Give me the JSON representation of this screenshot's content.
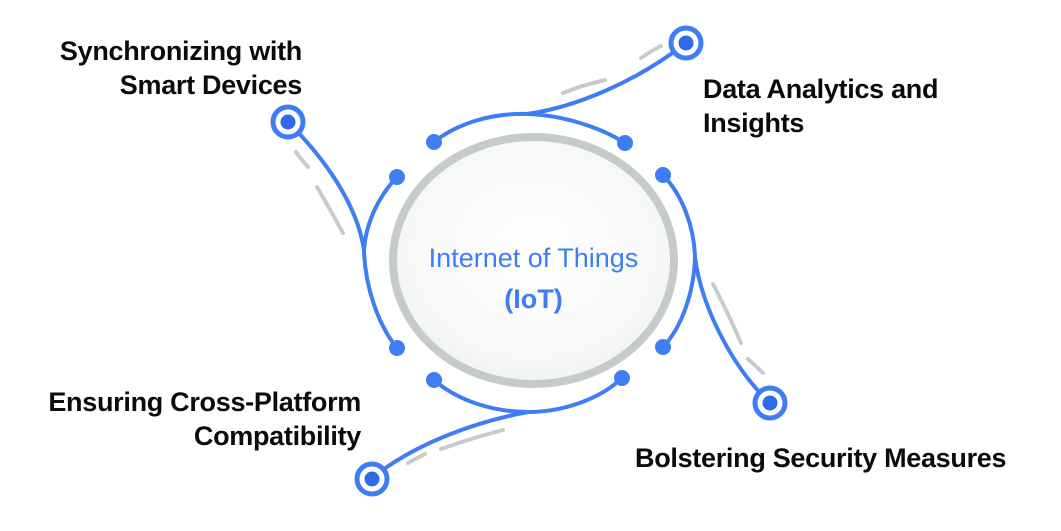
{
  "center": {
    "title": "Internet of Things",
    "subtitle": "(IoT)"
  },
  "branches": [
    {
      "position": "top-left",
      "line1": "Synchronizing with",
      "line2": "Smart Devices"
    },
    {
      "position": "top-right",
      "line1": "Data Analytics and",
      "line2": "Insights"
    },
    {
      "position": "bottom-left",
      "line1": "Ensuring Cross-Platform",
      "line2": "Compatibility"
    },
    {
      "position": "bottom-right",
      "line1": "Bolstering Security Measures",
      "line2": ""
    }
  ],
  "colors": {
    "accent": "#3E7DF4",
    "accentDark": "#2D6BE8",
    "ring": "#C5CBCD",
    "dash": "#C7CBCE",
    "label": "#0B0B0C",
    "fillCenter": "#FFFFFF",
    "fillEdge": "#EFF0F1"
  }
}
